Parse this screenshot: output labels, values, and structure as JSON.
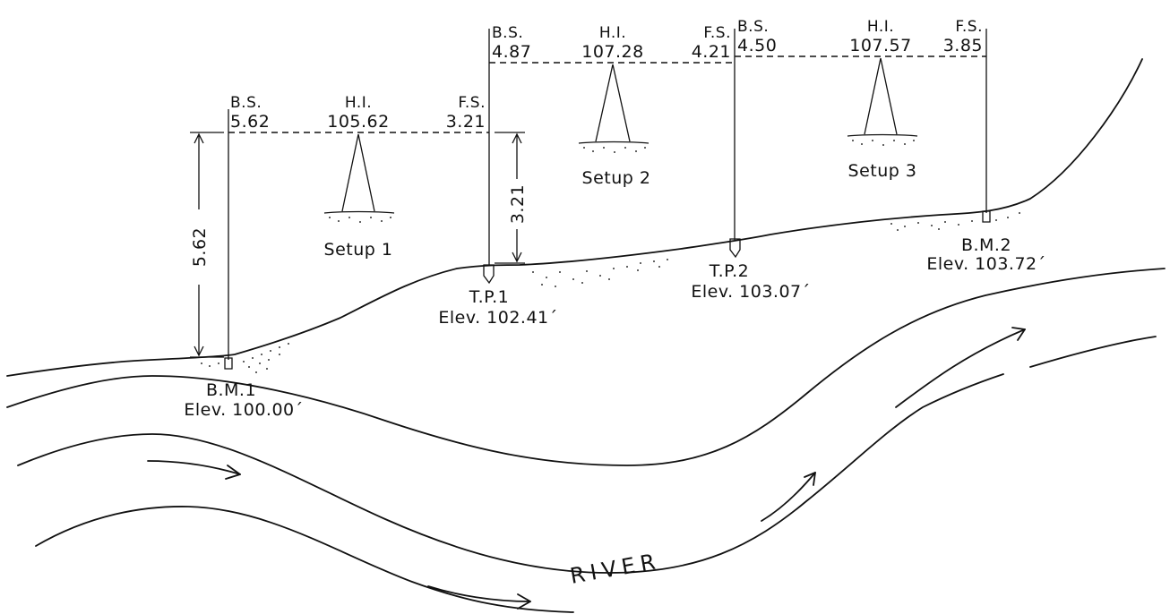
{
  "setups": [
    {
      "bs_label": "B.S.",
      "bs_value": "5.62",
      "hi_label": "H.I.",
      "hi_value": "105.62",
      "fs_label": "F.S.",
      "fs_value": "3.21",
      "name": "Setup 1"
    },
    {
      "bs_label": "B.S.",
      "bs_value": "4.87",
      "hi_label": "H.I.",
      "hi_value": "107.28",
      "fs_label": "F.S.",
      "fs_value": "4.21",
      "name": "Setup 2"
    },
    {
      "bs_label": "B.S.",
      "bs_value": "4.50",
      "hi_label": "H.I.",
      "hi_value": "107.57",
      "fs_label": "F.S.",
      "fs_value": "3.85",
      "name": "Setup 3"
    }
  ],
  "points": [
    {
      "name": "B.M.1",
      "elev": "Elev. 100.00´"
    },
    {
      "name": "T.P.1",
      "elev": "Elev. 102.41´"
    },
    {
      "name": "T.P.2",
      "elev": "Elev. 103.07´"
    },
    {
      "name": "B.M.2",
      "elev": "Elev. 103.72´"
    }
  ],
  "dimensions": {
    "bs1": "5.62",
    "fs1": "3.21"
  },
  "river_label": "RIVER"
}
